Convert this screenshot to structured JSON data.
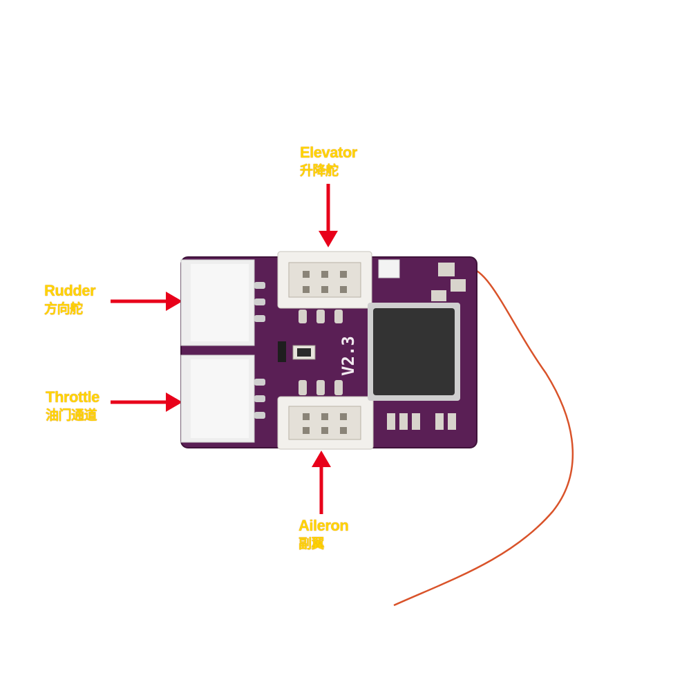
{
  "labels": {
    "elevator": {
      "en": "Elevator",
      "zh": "升降舵"
    },
    "rudder": {
      "en": "Rudder",
      "zh": "方向舵"
    },
    "throttle": {
      "en": "Throttle",
      "zh": "油门通道"
    },
    "aileron": {
      "en": "Aileron",
      "zh": "副翼"
    }
  },
  "board": {
    "version": "V2.3"
  },
  "colors": {
    "label_text": "#ffd400",
    "arrow": "#e8001a",
    "pcb": "#5a1f55",
    "antenna": "#d9532a"
  }
}
